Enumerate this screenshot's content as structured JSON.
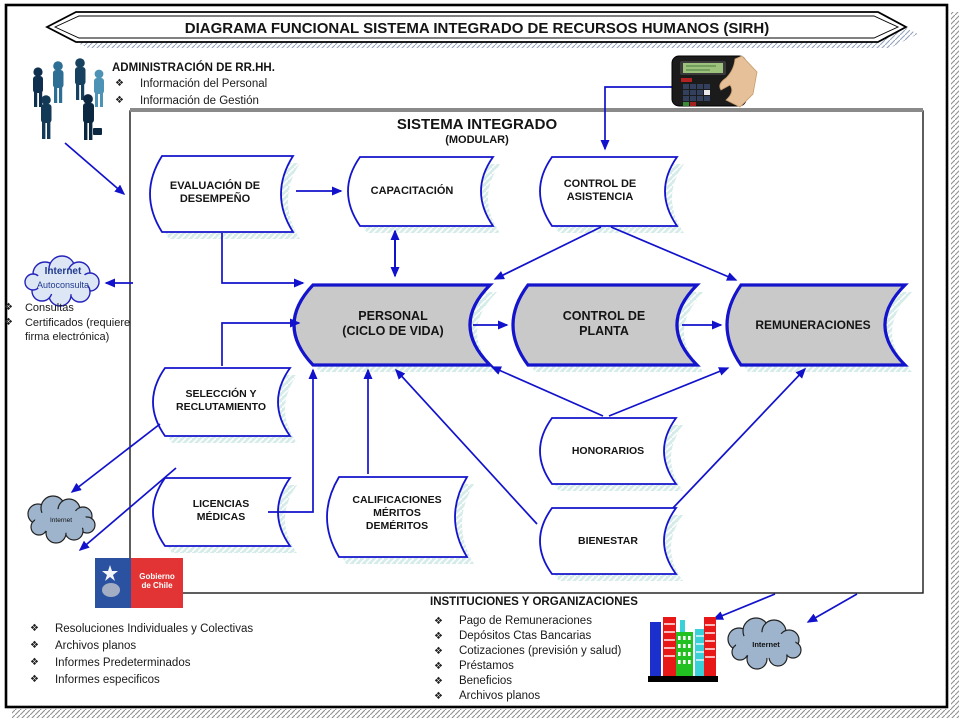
{
  "bullet": "❖",
  "banner": {
    "title": "DIAGRAMA FUNCIONAL SISTEMA INTEGRADO DE RECURSOS HUMANOS (SIRH)"
  },
  "admin": {
    "heading": "ADMINISTRACIÓN DE RR.HH.",
    "items": [
      "Información del Personal",
      "Información de Gestión"
    ]
  },
  "system_box": {
    "title": "SISTEMA INTEGRADO",
    "subtitle": "(MODULAR)"
  },
  "modules": {
    "evaluacion": "EVALUACIÓN DE\nDESEMPEÑO",
    "capacitacion": "CAPACITACIÓN",
    "control_asistencia": "CONTROL DE\nASISTENCIA",
    "personal": "PERSONAL\n(CICLO DE VIDA)",
    "control_planta": "CONTROL DE\nPLANTA",
    "remuneraciones": "REMUNERACIONES",
    "seleccion": "SELECCIÓN Y\nRECLUTAMIENTO",
    "licencias": "LICENCIAS\nMÉDICAS",
    "calificaciones": "CALIFICACIONES\nMÉRITOS\nDEMÉRITOS",
    "honorarios": "HONORARIOS",
    "bienestar": "BIENESTAR"
  },
  "autoconsulta": {
    "cloud_line1": "Internet",
    "cloud_line2": "Autoconsulta",
    "items": [
      "Consultas",
      "Certificados (requiere firma electrónica)"
    ]
  },
  "left_outputs": {
    "items": [
      "Resoluciones Individuales y Colectivas",
      "Archivos planos",
      "Informes Predeterminados",
      "Informes especificos"
    ]
  },
  "instituciones": {
    "heading": "INSTITUCIONES Y ORGANIZACIONES",
    "items": [
      "Pago de Remuneraciones",
      "Depósitos Ctas Bancarias",
      "Cotizaciones (previsión y salud)",
      "Préstamos",
      "Beneficios",
      "Archivos planos"
    ]
  },
  "clouds": {
    "internet_left": "Internet",
    "internet_right": "Internet"
  },
  "gobierno_logo": {
    "text": "Gobierno\nde Chile"
  },
  "colors": {
    "arrow": "#1212cc",
    "module_border": "#1414cc",
    "core_module_fill": "#c9c9c9",
    "shadow_teal": "#cfe9e4",
    "box_top_border": "#8a8a8a"
  }
}
